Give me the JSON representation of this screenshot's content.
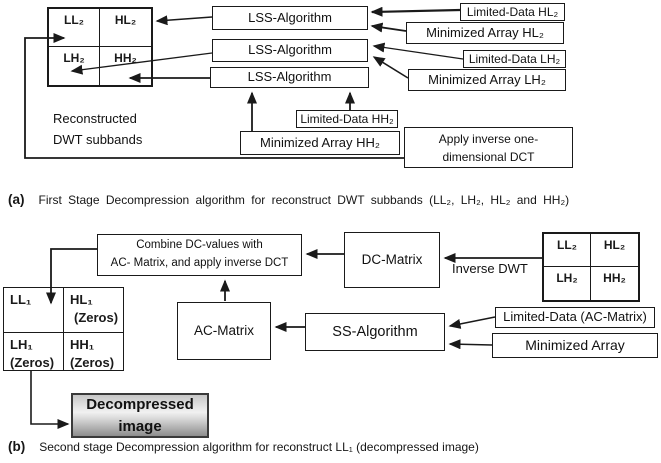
{
  "colors": {
    "line": "#1a1a1a",
    "box_background": "#ffffff",
    "text": "#111111",
    "decompressed_gradient_top": "#c7c7c7",
    "decompressed_gradient_bottom": "#8d8d8d"
  },
  "stage_a": {
    "grid": {
      "cells": [
        "LL₂",
        "HL₂",
        "LH₂",
        "HH₂"
      ]
    },
    "grid_caption": {
      "line1": "Reconstructed",
      "line2": "DWT subbands"
    },
    "lss_boxes": [
      "LSS-Algorithm",
      "LSS-Algorithm",
      "LSS-Algorithm"
    ],
    "inputs": {
      "limited_hl2": "Limited-Data HL₂",
      "minimized_hl2": "Minimized Array HL₂",
      "limited_lh2": "Limited-Data LH₂",
      "minimized_lh2": "Minimized Array LH₂",
      "limited_hh2": "Limited-Data HH₂",
      "minimized_hh2": "Minimized Array HH₂"
    },
    "apply_box": {
      "line1": "Apply inverse one-",
      "line2": "dimensional DCT"
    },
    "caption": {
      "label": "(a)",
      "text": "First Stage Decompression algorithm for reconstruct DWT subbands (LL₂, LH₂, HL₂ and HH₂)"
    }
  },
  "stage_b": {
    "combine_box": {
      "line1": "Combine DC-values with",
      "line2": "AC- Matrix, and apply inverse DCT"
    },
    "dc_matrix": "DC-Matrix",
    "ac_matrix": "AC-Matrix",
    "ss_algorithm": "SS-Algorithm",
    "inverse_dwt_label": "Inverse DWT",
    "grid_right": {
      "cells": [
        "LL₂",
        "HL₂",
        "LH₂",
        "HH₂"
      ]
    },
    "limited_ac": "Limited-Data (AC-Matrix)",
    "minimized_array": "Minimized Array",
    "grid_left": {
      "cells": [
        {
          "name": "LL₁",
          "note": ""
        },
        {
          "name": "HL₁",
          "note": "(Zeros)"
        },
        {
          "name": "LH₁",
          "note": "(Zeros)"
        },
        {
          "name": "HH₁",
          "note": "(Zeros)"
        }
      ]
    },
    "decompressed_box": {
      "line1": "Decompressed",
      "line2": "image"
    },
    "caption": {
      "label": "(b)",
      "text": "Second stage  Decompression algorithm for reconstruct LL₁ (decompressed image)"
    }
  }
}
